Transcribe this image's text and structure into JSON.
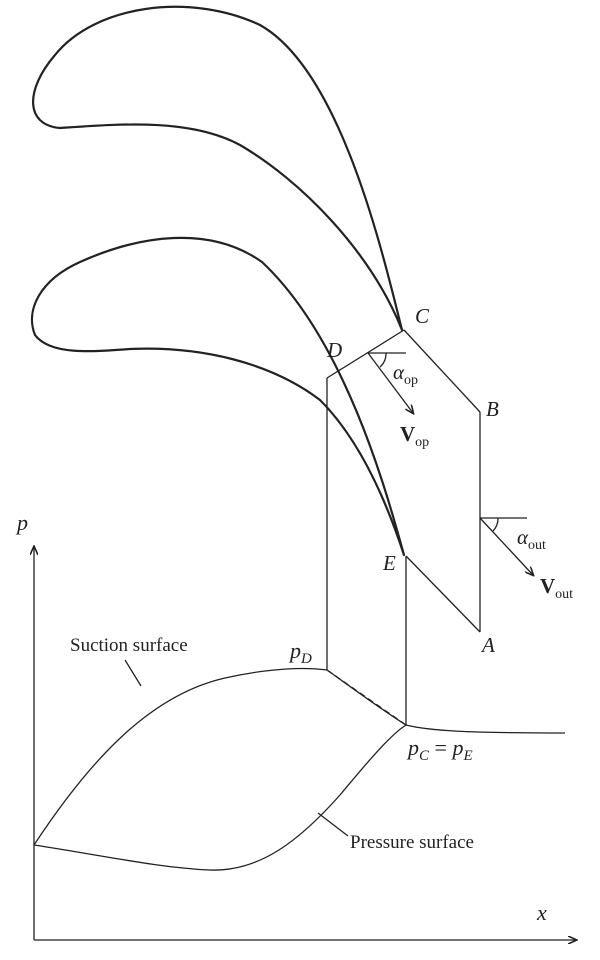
{
  "colors": {
    "line": "#222222",
    "background": "#ffffff"
  },
  "labels": {
    "point_c": "C",
    "point_d": "D",
    "point_b": "B",
    "point_e": "E",
    "point_a": "A",
    "alpha_op_symbol": "α",
    "alpha_op_sub": "op",
    "v_op_symbol": "V",
    "v_op_sub": "op",
    "alpha_out_symbol": "α",
    "alpha_out_sub": "out",
    "v_out_symbol": "V",
    "v_out_sub": "out",
    "p_axis": "p",
    "x_axis": "x",
    "p_d_symbol": "p",
    "p_d_sub": "D",
    "p_c_symbol": "p",
    "p_c_sub": "C",
    "p_equals": " = ",
    "p_e_symbol": "p",
    "p_e_sub": "E",
    "suction_surface": "Suction surface",
    "pressure_surface": "Pressure surface"
  }
}
